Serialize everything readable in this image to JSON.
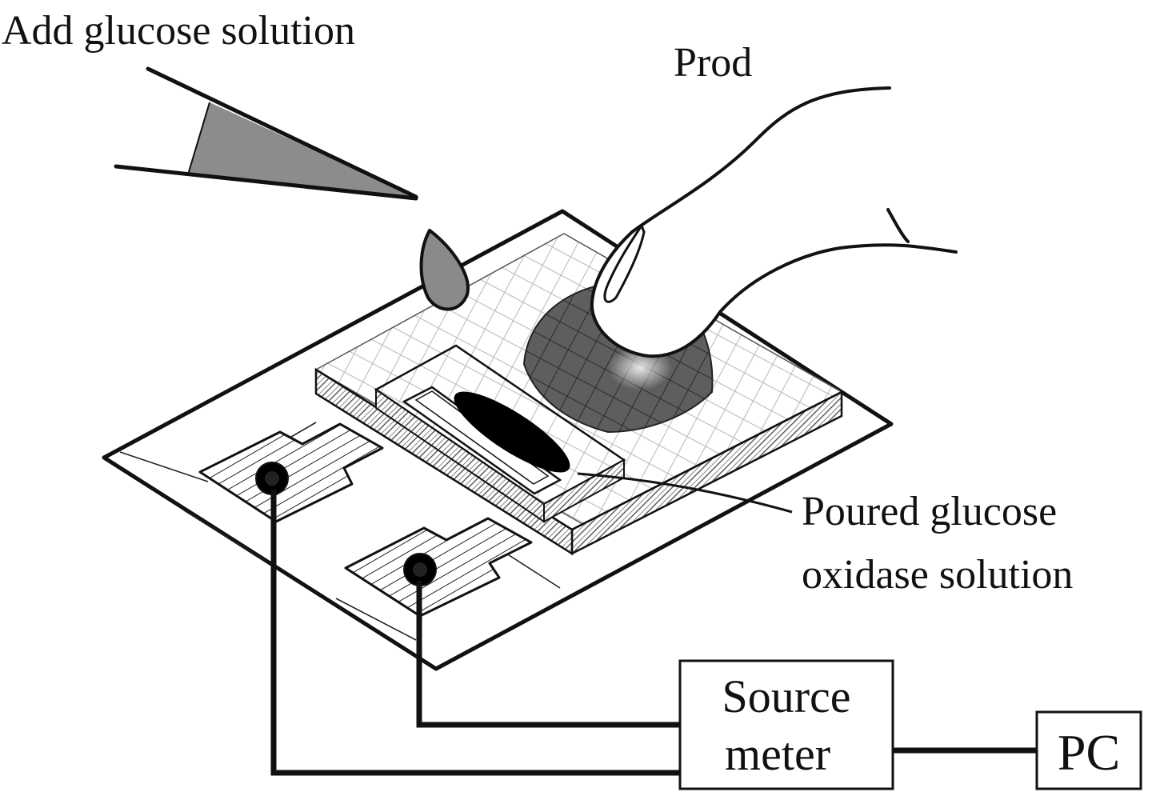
{
  "labels": {
    "add_glucose": "Add glucose solution",
    "prod": "Prod",
    "poured_line1": "Poured glucose",
    "poured_line2": "oxidase solution",
    "source_line1": "Source",
    "source_line2": "meter",
    "pc": "PC"
  },
  "colors": {
    "ink": "#111111",
    "paper": "#ffffff",
    "pipette_liquid": "#8c8c8c",
    "droplet": "#8a8a8a",
    "press_area": "#5e5e5e",
    "enzyme_solution": "#000000",
    "mesh": "#bdbdbd"
  }
}
